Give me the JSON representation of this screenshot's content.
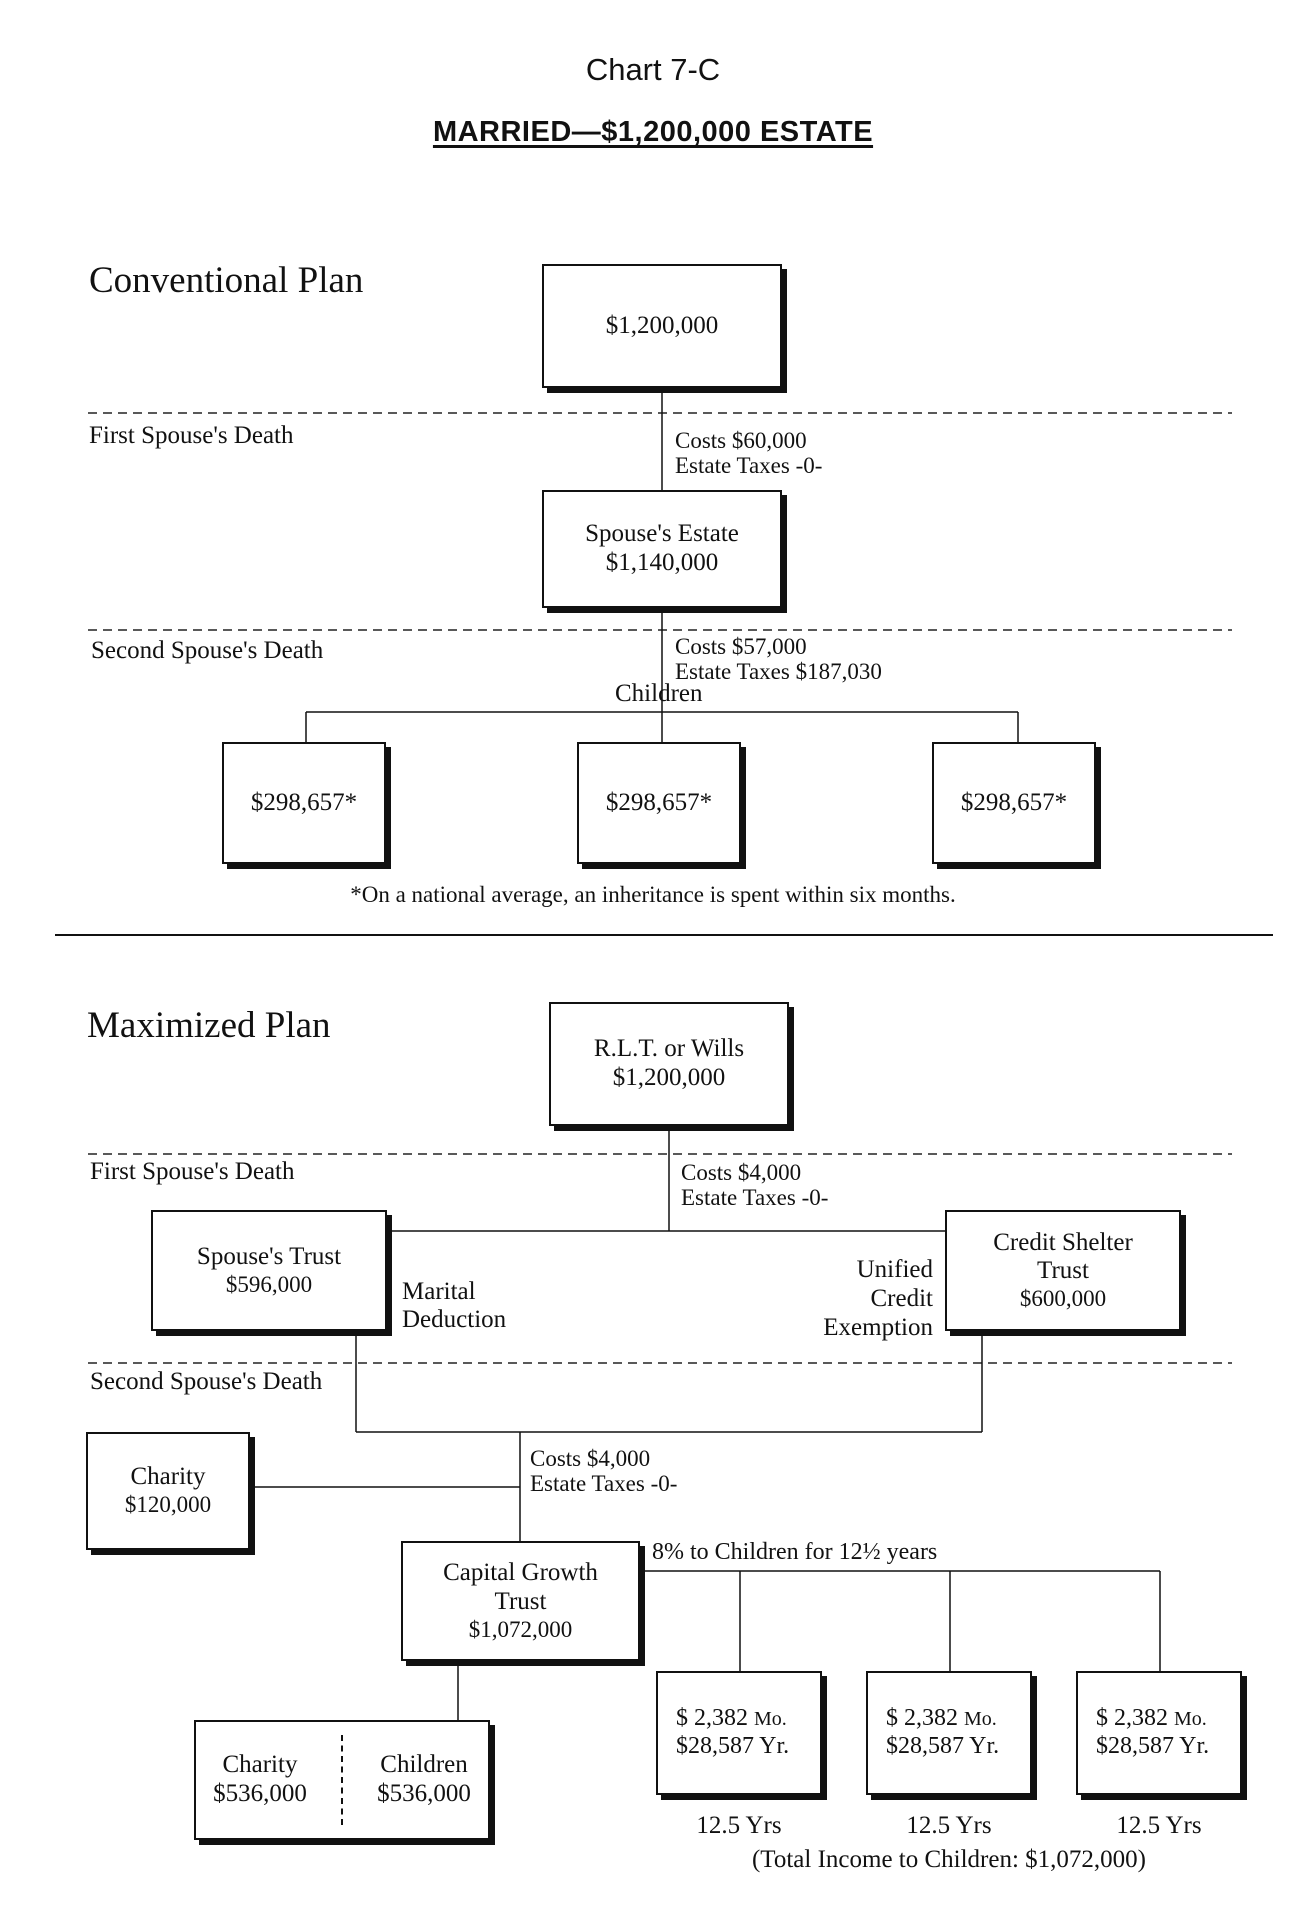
{
  "header": {
    "chart_number": "Chart 7-C",
    "title": "MARRIED—$1,200,000 ESTATE"
  },
  "conventional": {
    "heading": "Conventional Plan",
    "estate_box": "$1,200,000",
    "first_death_label": "First Spouse's Death",
    "first_costs": "Costs $60,000",
    "first_taxes": "Estate Taxes -0-",
    "spouse_estate_title": "Spouse's Estate",
    "spouse_estate_value": "$1,140,000",
    "second_death_label": "Second Spouse's Death",
    "second_costs": "Costs $57,000",
    "second_taxes": "Estate Taxes  $187,030",
    "children_label": "Children",
    "children_amounts": [
      "$298,657*",
      "$298,657*",
      "$298,657*"
    ],
    "footnote": "*On a national average, an inheritance is spent within six months."
  },
  "maximized": {
    "heading": "Maximized Plan",
    "rlt_title": "R.L.T. or Wills",
    "rlt_value": "$1,200,000",
    "first_death_label": "First Spouse's Death",
    "first_costs": "Costs $4,000",
    "first_taxes": "Estate Taxes -0-",
    "spouse_trust_title": "Spouse's Trust",
    "spouse_trust_value": "$596,000",
    "marital_1": "Marital",
    "marital_2": "Deduction",
    "unified_1": "Unified",
    "unified_2": "Credit",
    "unified_3": "Exemption",
    "credit_shelter_1": "Credit Shelter",
    "credit_shelter_2": "Trust",
    "credit_shelter_value": "$600,000",
    "second_death_label": "Second Spouse's Death",
    "charity_title": "Charity",
    "charity_value": "$120,000",
    "second_costs": "Costs $4,000",
    "second_taxes": "Estate Taxes -0-",
    "cgt_1": "Capital Growth",
    "cgt_2": "Trust",
    "cgt_value": "$1,072,000",
    "income_note": "8% to Children for 12½ years",
    "split_charity_title": "Charity",
    "split_charity_value": "$536,000",
    "split_children_title": "Children",
    "split_children_value": "$536,000",
    "income_boxes": [
      {
        "monthly": "$  2,382",
        "mo_unit": "Mo.",
        "yearly": "$28,587 Yr.",
        "years": "12.5 Yrs"
      },
      {
        "monthly": "$  2,382",
        "mo_unit": "Mo.",
        "yearly": "$28,587 Yr.",
        "years": "12.5 Yrs"
      },
      {
        "monthly": "$  2,382",
        "mo_unit": "Mo.",
        "yearly": "$28,587 Yr.",
        "years": "12.5 Yrs"
      }
    ],
    "total_income": "(Total Income to Children: $1,072,000)"
  }
}
